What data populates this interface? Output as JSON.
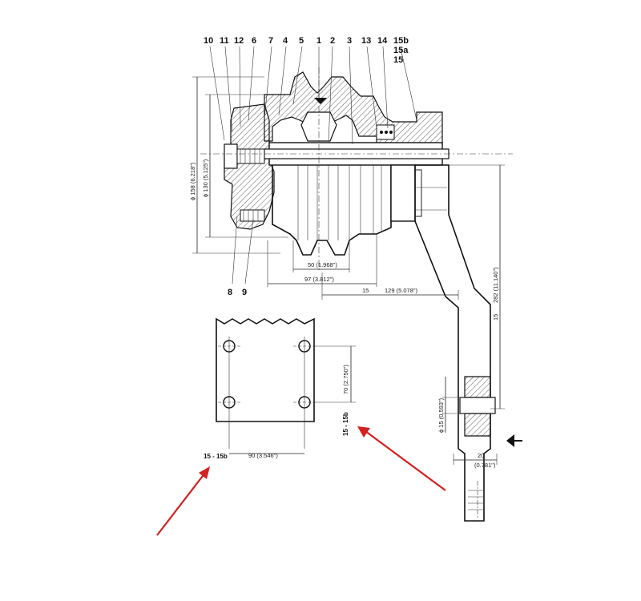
{
  "callouts": {
    "top": [
      "10",
      "11",
      "12",
      "6",
      "7",
      "4",
      "5",
      "1",
      "2",
      "3",
      "13",
      "14",
      "15b",
      "15a",
      "15"
    ],
    "bottom": [
      "8",
      "9"
    ]
  },
  "dimensions": {
    "d158": "ϕ 158  (6.218\")",
    "d130": "ϕ 130  (5.125\")",
    "w50": "50  (1.968\")",
    "w97": "97  (3.812\")",
    "w129": "129  (5.078\")",
    "h282": "282  (11.140\")",
    "s15a": "15",
    "s15b": "15",
    "d15": "ϕ 15  (0.593\")",
    "w20": "20",
    "w20in": "(0.781\")",
    "h70": "70  (2.750\")",
    "w90": "90  (3.546\")"
  },
  "section_labels": {
    "left": "15 - 15b",
    "right": "15 - 15b"
  },
  "colors": {
    "arrow": "#d42020",
    "line": "#222222",
    "background": "#ffffff"
  },
  "icons": {
    "view_marker": "view-direction-arrow-icon"
  }
}
